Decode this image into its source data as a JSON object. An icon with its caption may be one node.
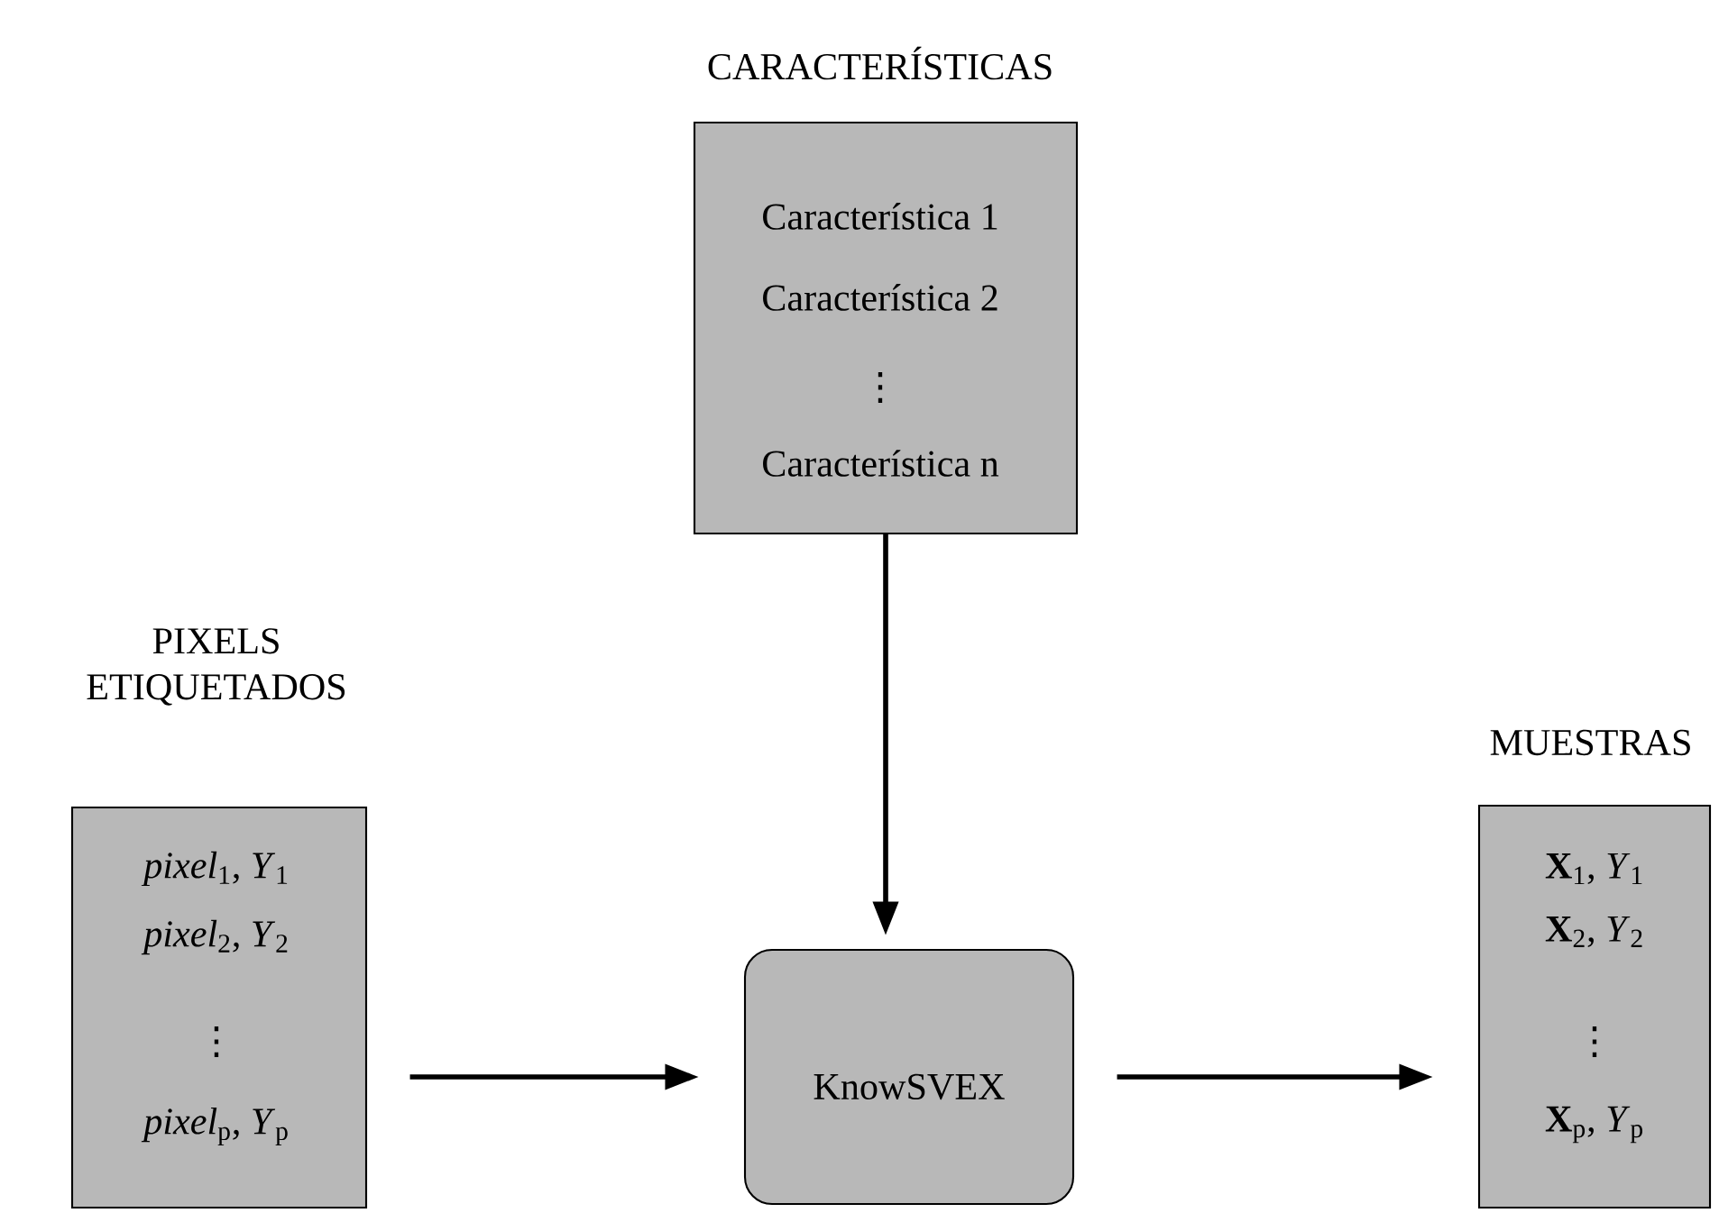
{
  "diagram": {
    "nodes": [
      {
        "text": [
          "CARACTERÍSTICAS",
          "Característica 1",
          "Característica 2",
          "⋮",
          "Característica n"
        ]
      },
      {
        "text": [
          "PIXELS ETIQUETADOS",
          "*pixel*$_{1}$, *Y*$_{1}$",
          "*pixel*$_{2}$, *Y*$_{2}$",
          "⋮",
          "*pixel*$_{p}$, *Y*$_{p}$"
        ]
      },
      {
        "text": [
          "KnowSVEX"
        ]
      },
      {
        "text": [
          "MUESTRAS",
          "**X**$_{1}$, *Y*$_{1}$",
          "**X**$_{2}$, *Y*$_{2}$",
          "⋮",
          "**X**$_{p}$, *Y*$_{p}$"
        ]
      }
    ],
    "edges": [
      {
        "from": 0,
        "to": 2,
        "arrow": "to"
      },
      {
        "from": 1,
        "to": 2,
        "arrow": "to"
      },
      {
        "from": 2,
        "to": 3,
        "arrow": "to"
      }
    ]
  }
}
